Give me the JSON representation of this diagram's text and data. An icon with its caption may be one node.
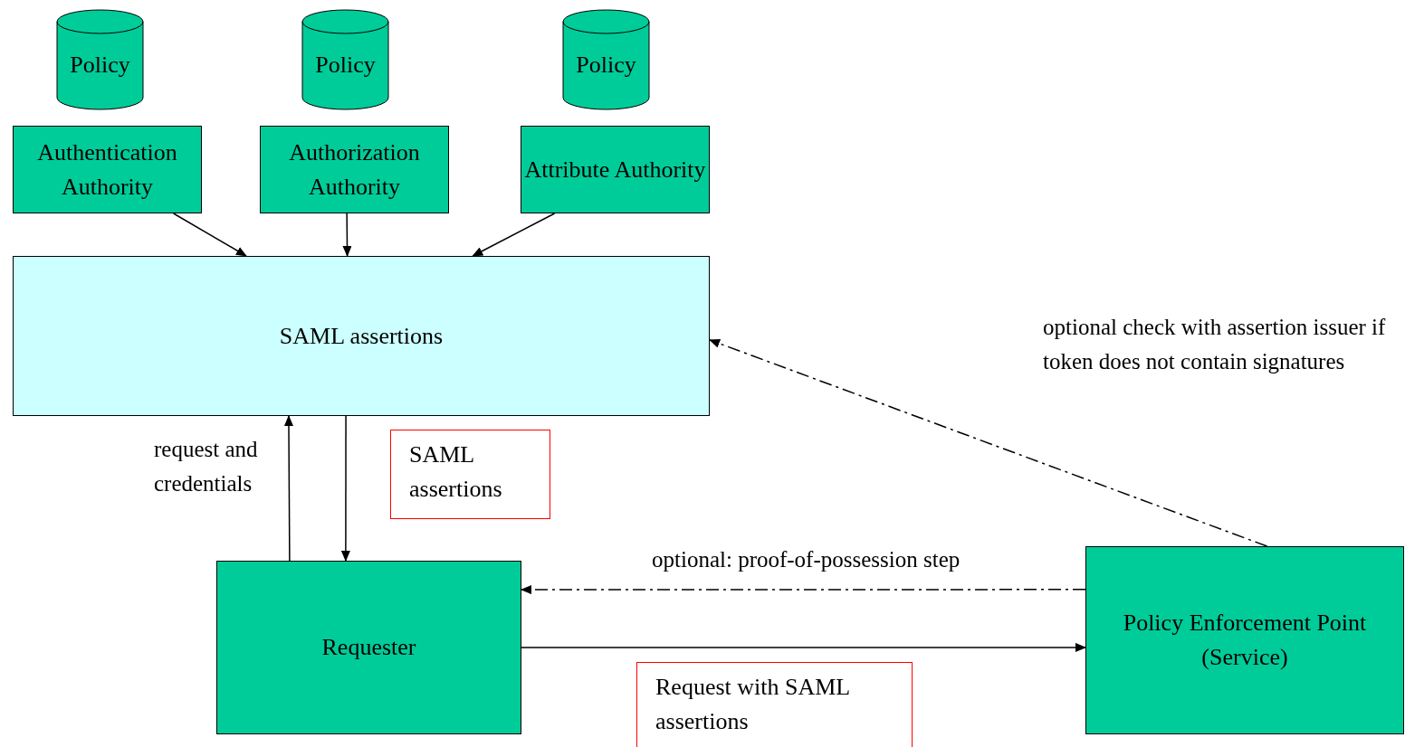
{
  "diagram": {
    "nodes": [
      {
        "text": [
          "Policy"
        ]
      },
      {
        "text": [
          "Policy"
        ]
      },
      {
        "text": [
          "Policy"
        ]
      },
      {
        "text": [
          "Authentication Authority"
        ]
      },
      {
        "text": [
          "Authorization Authority"
        ]
      },
      {
        "text": [
          "Attribute Authority"
        ]
      },
      {
        "text": [
          "SAML assertions"
        ]
      },
      {
        "text": [
          "SAML assertions"
        ]
      },
      {
        "text": [
          "Requester"
        ]
      },
      {
        "text": [
          "Policy Enforcement Point (Service)"
        ]
      },
      {
        "text": [
          "Request with SAML assertions"
        ]
      }
    ],
    "edges": [
      {
        "from": 3,
        "to": 6,
        "arrow": "to"
      },
      {
        "from": 4,
        "to": 6,
        "arrow": "to"
      },
      {
        "from": 5,
        "to": 6,
        "arrow": "to"
      },
      {
        "from": 8,
        "to": 6,
        "arrow": "to",
        "label": "request and credentials"
      },
      {
        "from": 6,
        "to": 8,
        "arrow": "to"
      },
      {
        "from": 9,
        "to": 8,
        "arrow": "to",
        "label": "optional: proof-of-possession step",
        "style": "dashed"
      },
      {
        "from": 8,
        "to": 9,
        "arrow": "to"
      },
      {
        "from": 9,
        "to": 6,
        "arrow": "to",
        "label": "optional check with assertion issuer if token does not contain signatures",
        "style": "dashed"
      }
    ]
  }
}
